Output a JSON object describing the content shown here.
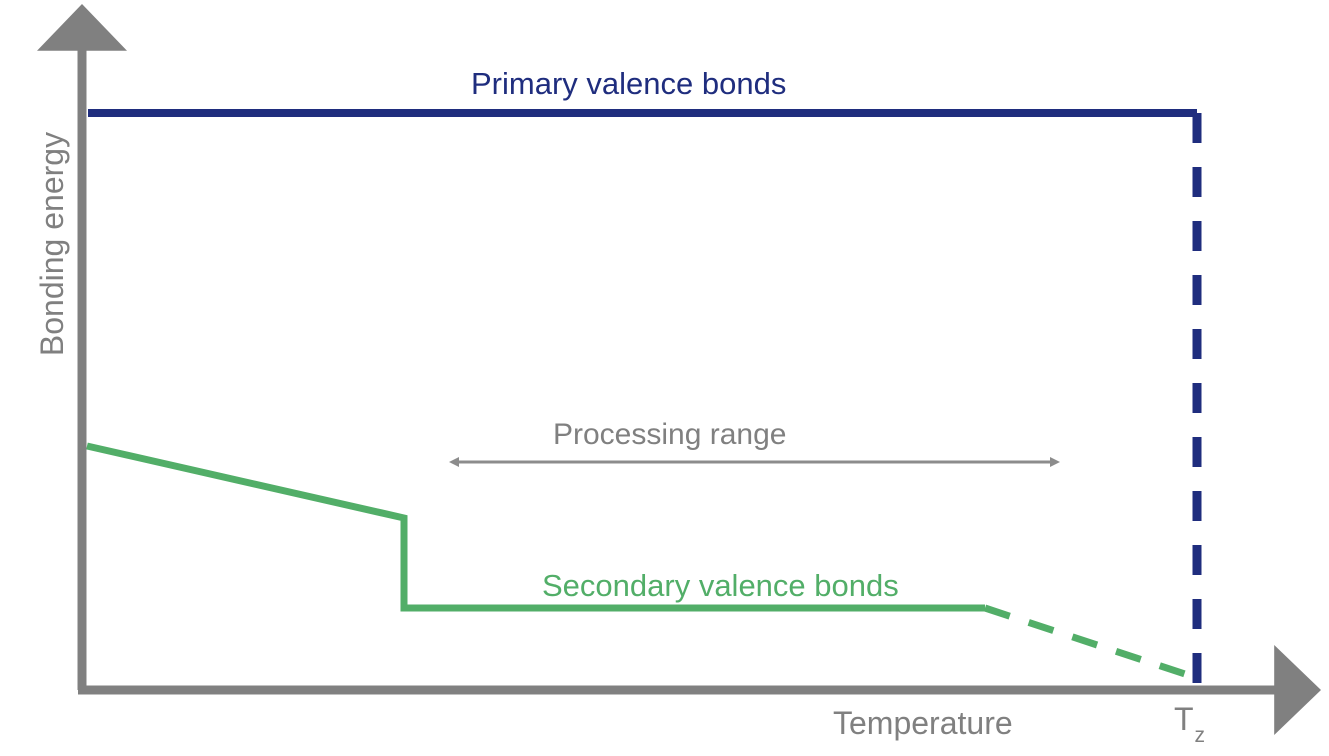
{
  "chart_data": {
    "type": "line",
    "title": "",
    "xlabel": "Temperature",
    "ylabel": "Bonding energy",
    "grid": false,
    "legend_position": "inline-labels",
    "axes": {
      "x_axis_arrow": true,
      "y_axis_arrow": true,
      "x_tick_labels": [
        "Tz"
      ],
      "y_tick_labels": [],
      "xlim_description": "0 to beyond Tz",
      "ylim_description": "0 to above primary bond energy"
    },
    "series": [
      {
        "name": "Primary valence bonds",
        "color": "#1F2D7E",
        "style": "solid-then-dashed-vertical-drop",
        "description": "Constant high bonding energy across all temperatures, then drops abruptly to zero at Tz (decomposition temperature)",
        "points": [
          {
            "x": 0.0,
            "y": 0.94
          },
          {
            "x": 0.92,
            "y": 0.94
          },
          {
            "x": 0.92,
            "y": 0.0
          }
        ],
        "solid_segment": [
          [
            0.0,
            0.94
          ],
          [
            0.92,
            0.94
          ]
        ],
        "dashed_segment": [
          [
            0.92,
            0.94
          ],
          [
            0.92,
            0.0
          ]
        ]
      },
      {
        "name": "Secondary valence bonds",
        "color": "#52AE68",
        "style": "solid-with-step-then-dashed",
        "description": "Gradually decreasing bonding energy, a sharp step drop at the melting/softening point, a plateau across the processing range, then a dashed decline to zero at Tz",
        "points": [
          {
            "x": 0.007,
            "y": 0.36
          },
          {
            "x": 0.263,
            "y": 0.254
          },
          {
            "x": 0.263,
            "y": 0.121
          },
          {
            "x": 0.732,
            "y": 0.121
          },
          {
            "x": 0.92,
            "y": 0.018
          }
        ],
        "solid_segment": [
          [
            0.007,
            0.36
          ],
          [
            0.263,
            0.254
          ],
          [
            0.263,
            0.121
          ],
          [
            0.732,
            0.121
          ]
        ],
        "dashed_segment": [
          [
            0.732,
            0.121
          ],
          [
            0.92,
            0.018
          ]
        ]
      }
    ],
    "annotations": [
      {
        "name": "Processing range",
        "text": "Processing range",
        "type": "double-headed-arrow",
        "color": "#808080",
        "x_start": 0.3,
        "x_end": 0.785,
        "y": 0.337
      },
      {
        "name": "Tz",
        "text": "Tz",
        "type": "x-axis-tick-label",
        "color": "#808080",
        "x": 0.92
      }
    ]
  },
  "labels": {
    "primary": "Primary valence bonds",
    "secondary": "Secondary valence bonds",
    "processing_range": "Processing range",
    "x_axis": "Temperature",
    "y_axis": "Bonding energy",
    "tz_base": "T",
    "tz_sub": "z"
  },
  "colors": {
    "primary_blue": "#1F2D7E",
    "secondary_green": "#52AE68",
    "axis_gray": "#808080",
    "annotation_gray": "#8C8C8C",
    "background": "#FFFFFF"
  }
}
